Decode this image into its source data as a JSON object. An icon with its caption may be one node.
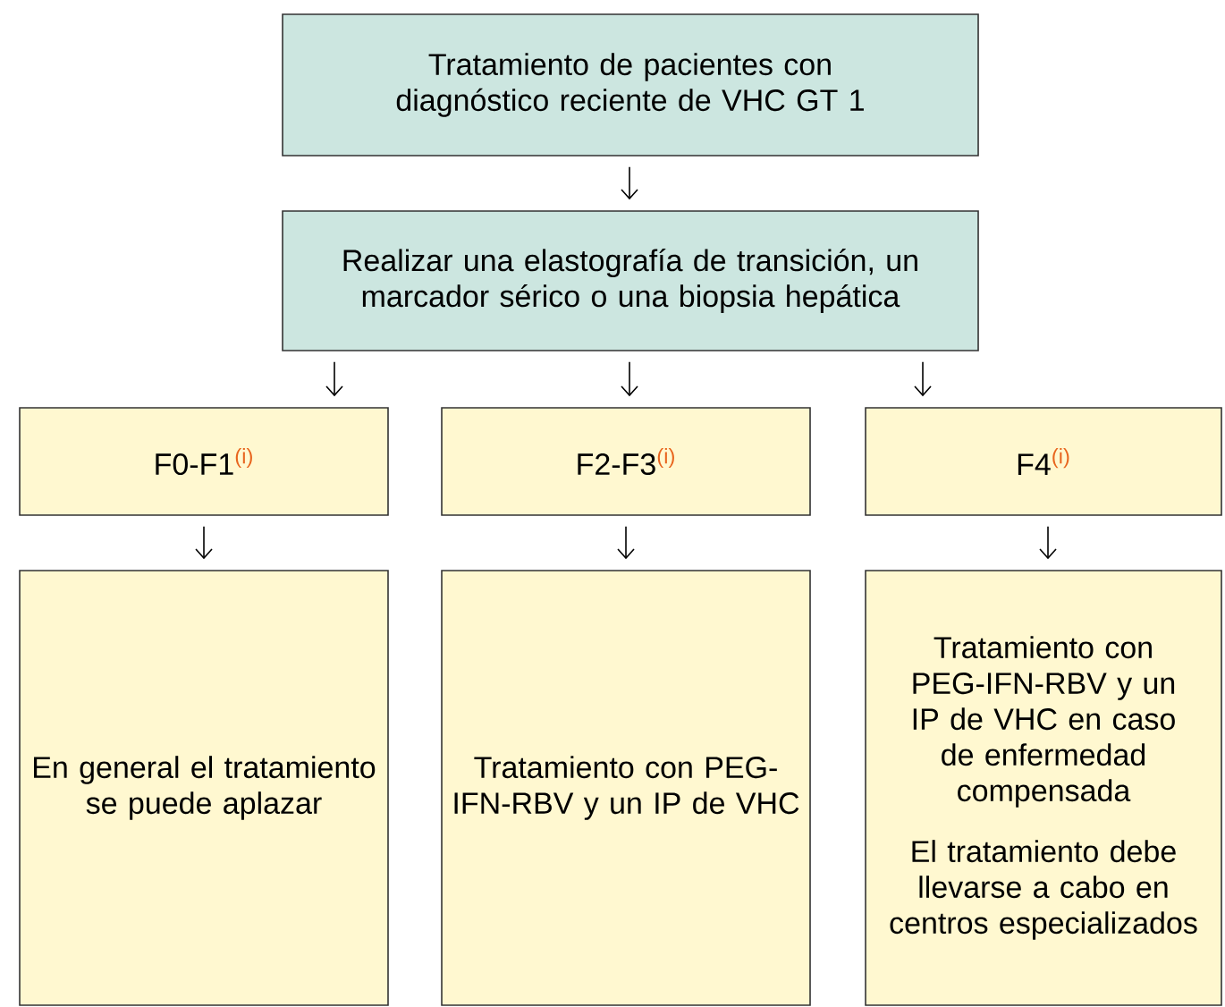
{
  "diagram": {
    "nodes": [
      {
        "text": [
          "Tratamiento de pacientes con diagnóstico reciente de VHC GT 1"
        ]
      },
      {
        "text": [
          "Realizar una elastografía de transición, un marcador sérico o una biopsia hepática"
        ]
      },
      {
        "text": [
          "F0-F1",
          "(i)"
        ]
      },
      {
        "text": [
          "F2-F3",
          "(i)"
        ]
      },
      {
        "text": [
          "F4",
          "(i)"
        ]
      },
      {
        "text": [
          "En general el tratamiento se puede aplazar"
        ]
      },
      {
        "text": [
          "Tratamiento con PEG-IFN-RBV y un IP de VHC"
        ]
      },
      {
        "text": [
          "Tratamiento con PEG-IFN-RBV y un IP de VHC en caso de enfermedad compensada",
          "El tratamiento debe llevarse a cabo en centros especializados"
        ]
      }
    ],
    "edges": [
      {
        "from": 0,
        "to": 1,
        "arrow": "to"
      },
      {
        "from": 1,
        "to": 2,
        "arrow": "to"
      },
      {
        "from": 1,
        "to": 3,
        "arrow": "to"
      },
      {
        "from": 1,
        "to": 4,
        "arrow": "to"
      },
      {
        "from": 2,
        "to": 5,
        "arrow": "to"
      },
      {
        "from": 3,
        "to": 6,
        "arrow": "to"
      },
      {
        "from": 4,
        "to": 7,
        "arrow": "to"
      }
    ]
  }
}
